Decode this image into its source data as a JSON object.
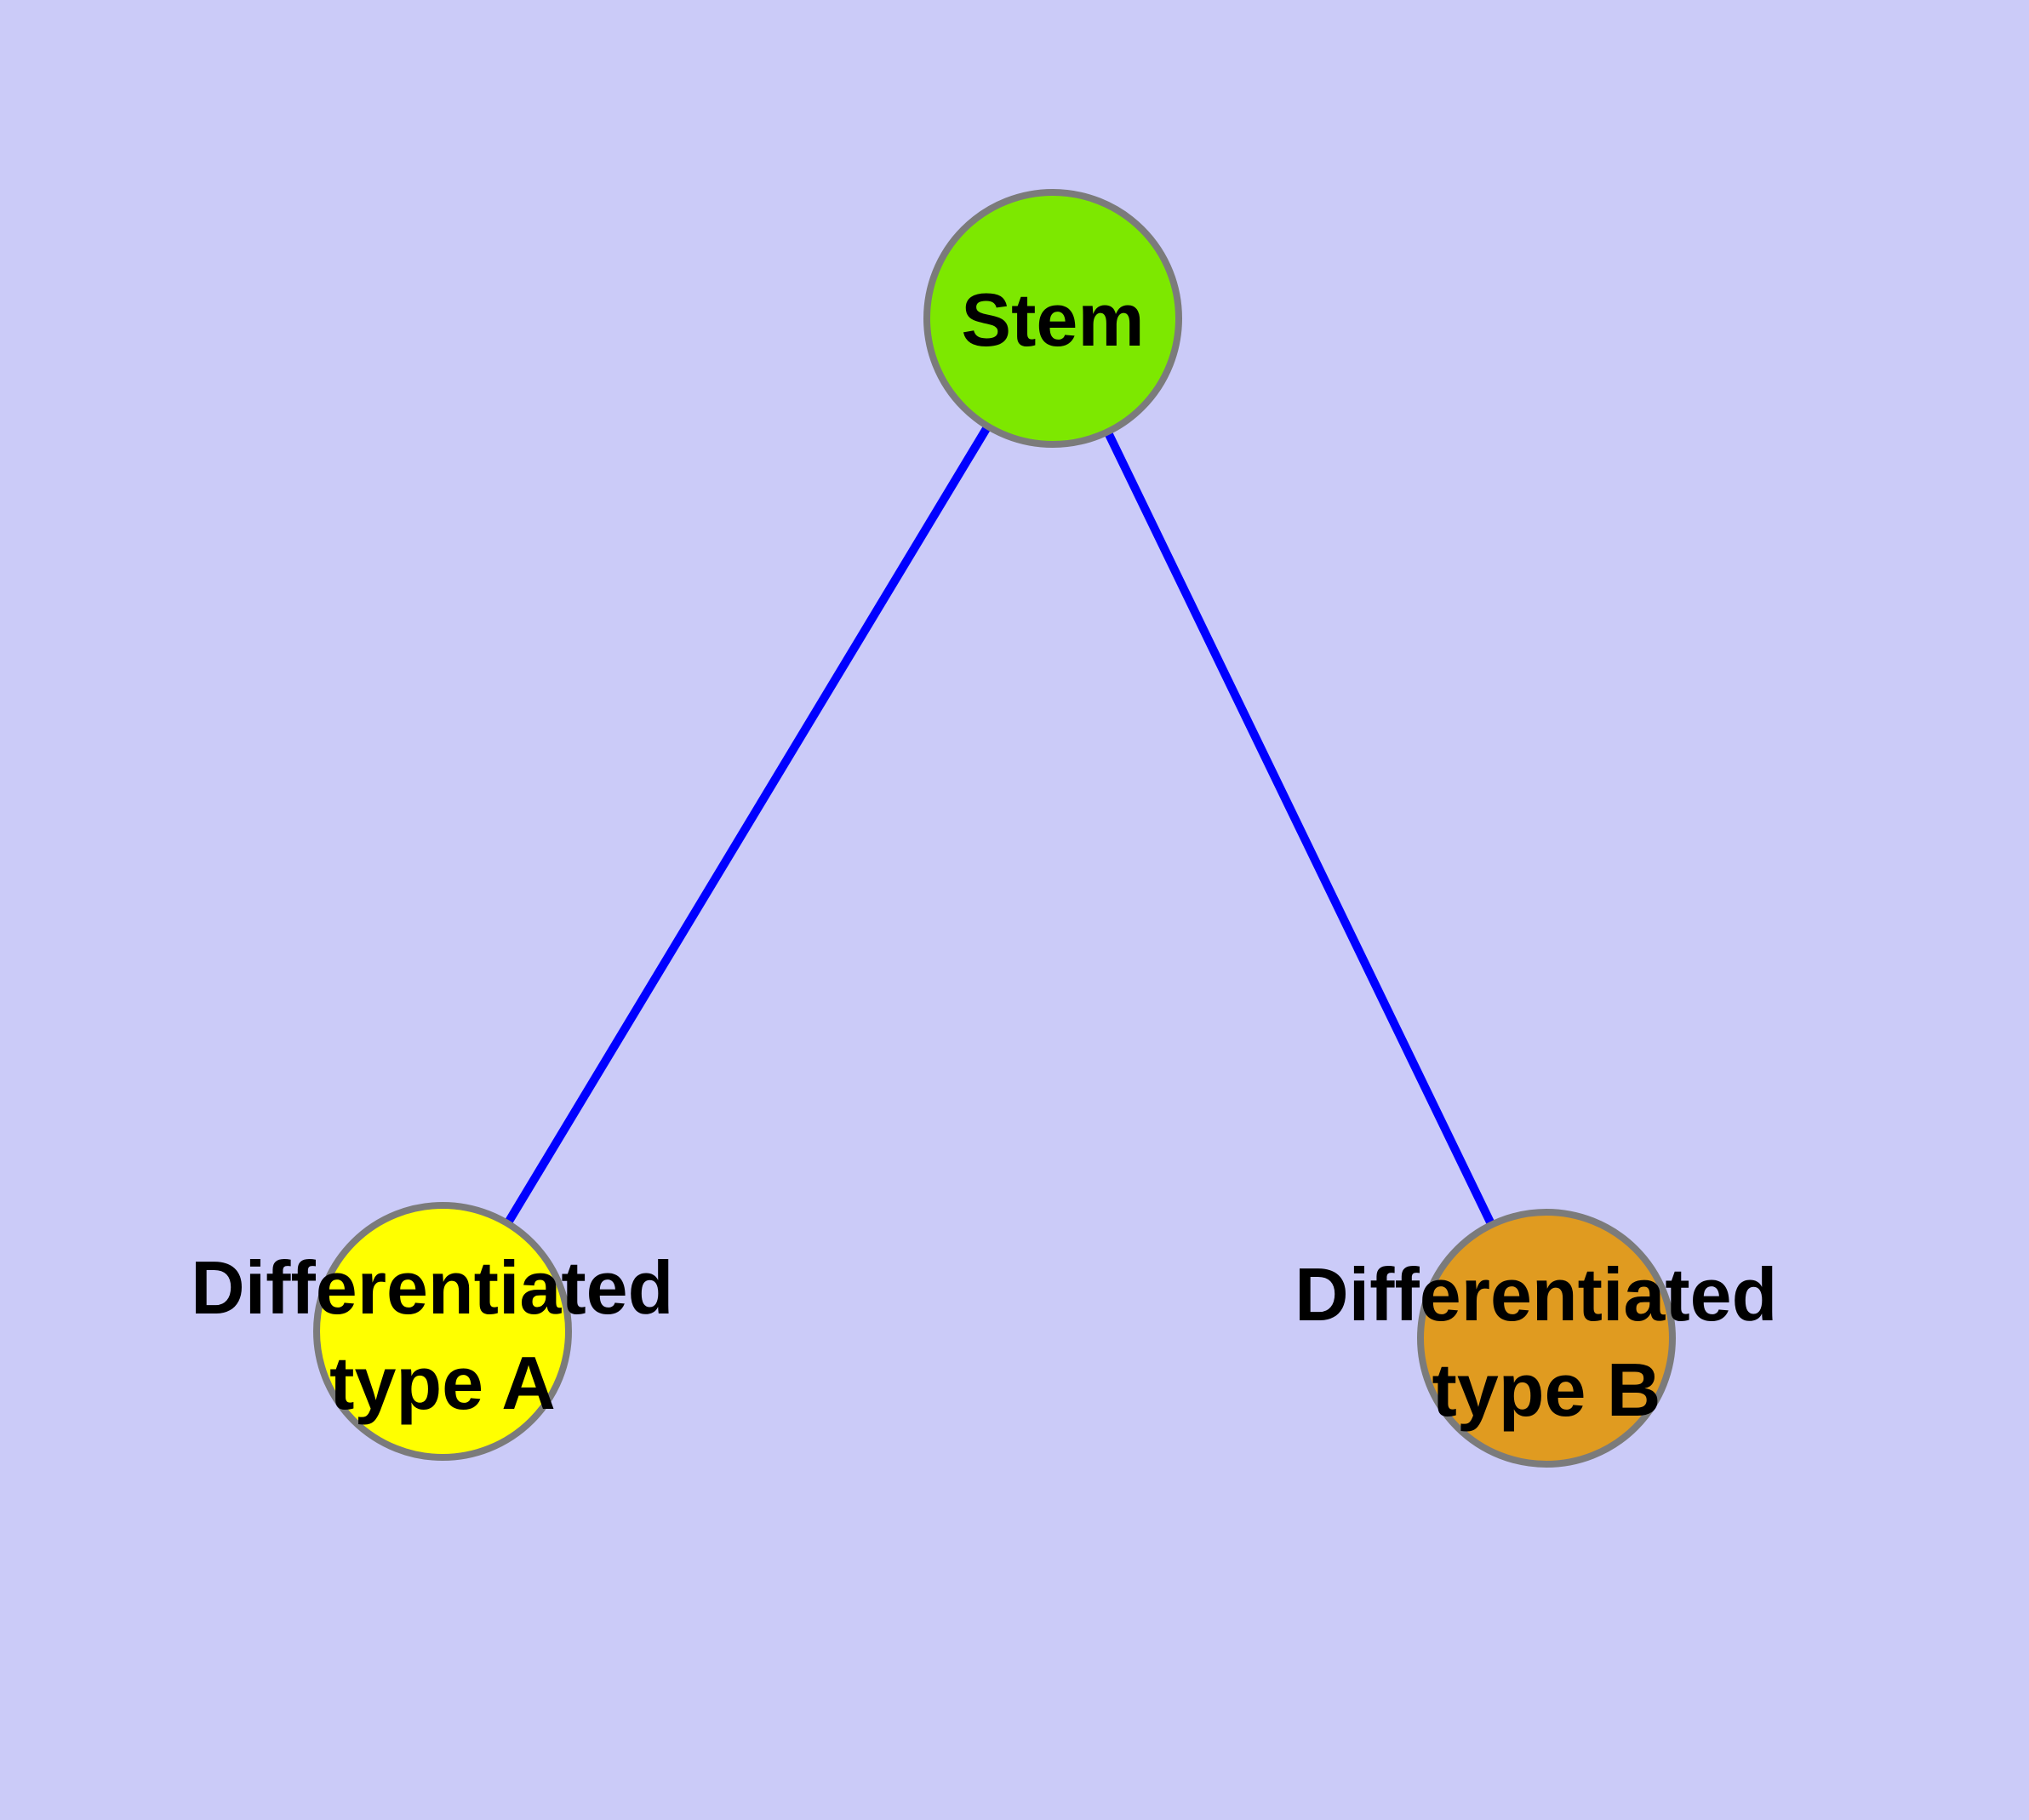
{
  "canvas": {
    "background_color": "#CBCBF8"
  },
  "styles": {
    "edge_color": "#0000FF",
    "node_border_color": "#7B7B7B",
    "label_color": "#000000"
  },
  "nodes": [
    {
      "id": "stem",
      "label": "Stem",
      "line1": "Stem",
      "line2": "",
      "fill": "#7DE800"
    },
    {
      "id": "type_a",
      "label": "Differentiated type A",
      "line1": "Differentiated",
      "line2": "type A",
      "fill": "#FFFF00"
    },
    {
      "id": "type_b",
      "label": "Differentiated type B",
      "line1": "Differentiated",
      "line2": "type B",
      "fill": "#E09B20"
    }
  ],
  "edges": [
    {
      "from": "stem",
      "to": "type_a"
    },
    {
      "from": "stem",
      "to": "type_b"
    }
  ]
}
